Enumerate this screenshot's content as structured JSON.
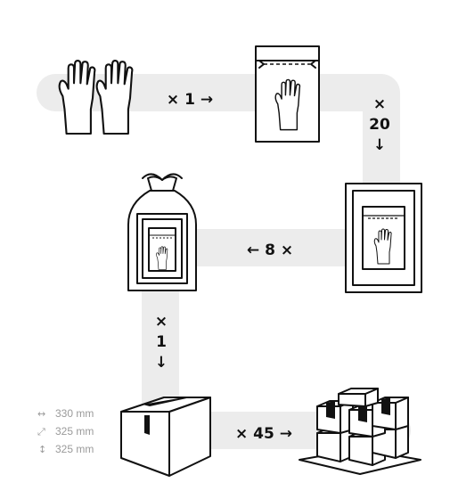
{
  "steps": {
    "gloves_to_bag": {
      "label": "× 1 →"
    },
    "bag_to_box": {
      "label_top": "×",
      "label_count": "20",
      "label_arrow": "↓"
    },
    "box_to_sack": {
      "label": "← 8 ×"
    },
    "sack_to_carton": {
      "label_top": "×",
      "label_count": "1",
      "label_arrow": "↓"
    },
    "carton_to_pallet": {
      "label": "× 45 →"
    }
  },
  "carton_dimensions": [
    {
      "icon": "width-arrow-icon",
      "glyph": "↔",
      "value": "330 mm"
    },
    {
      "icon": "depth-arrow-icon",
      "glyph": "⤢",
      "value": "325 mm"
    },
    {
      "icon": "height-arrow-icon",
      "glyph": "↕",
      "value": "325 mm"
    }
  ],
  "colors": {
    "path": "#ececec",
    "line": "#111111",
    "muted": "#9a9a9a"
  }
}
